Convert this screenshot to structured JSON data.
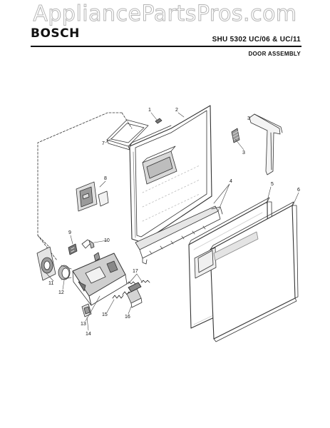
{
  "watermark": "AppliancePartsPros.com",
  "brand": "BOSCH",
  "model": "SHU 5302 UC/06 & UC/11",
  "section": "DOOR ASSEMBLY",
  "callouts": [
    {
      "id": "c1",
      "text": "1"
    },
    {
      "id": "c2",
      "text": "2"
    },
    {
      "id": "c3a",
      "text": "3"
    },
    {
      "id": "c3b",
      "text": "3"
    },
    {
      "id": "c4",
      "text": "4"
    },
    {
      "id": "c5",
      "text": "5"
    },
    {
      "id": "c6",
      "text": "6"
    },
    {
      "id": "c7",
      "text": "7"
    },
    {
      "id": "c8",
      "text": "8"
    },
    {
      "id": "c9",
      "text": "9"
    },
    {
      "id": "c10",
      "text": "10"
    },
    {
      "id": "c11",
      "text": "11"
    },
    {
      "id": "c12",
      "text": "12"
    },
    {
      "id": "c13",
      "text": "13"
    },
    {
      "id": "c14",
      "text": "14"
    },
    {
      "id": "c15",
      "text": "15"
    },
    {
      "id": "c16",
      "text": "16"
    },
    {
      "id": "c17",
      "text": "17"
    }
  ]
}
